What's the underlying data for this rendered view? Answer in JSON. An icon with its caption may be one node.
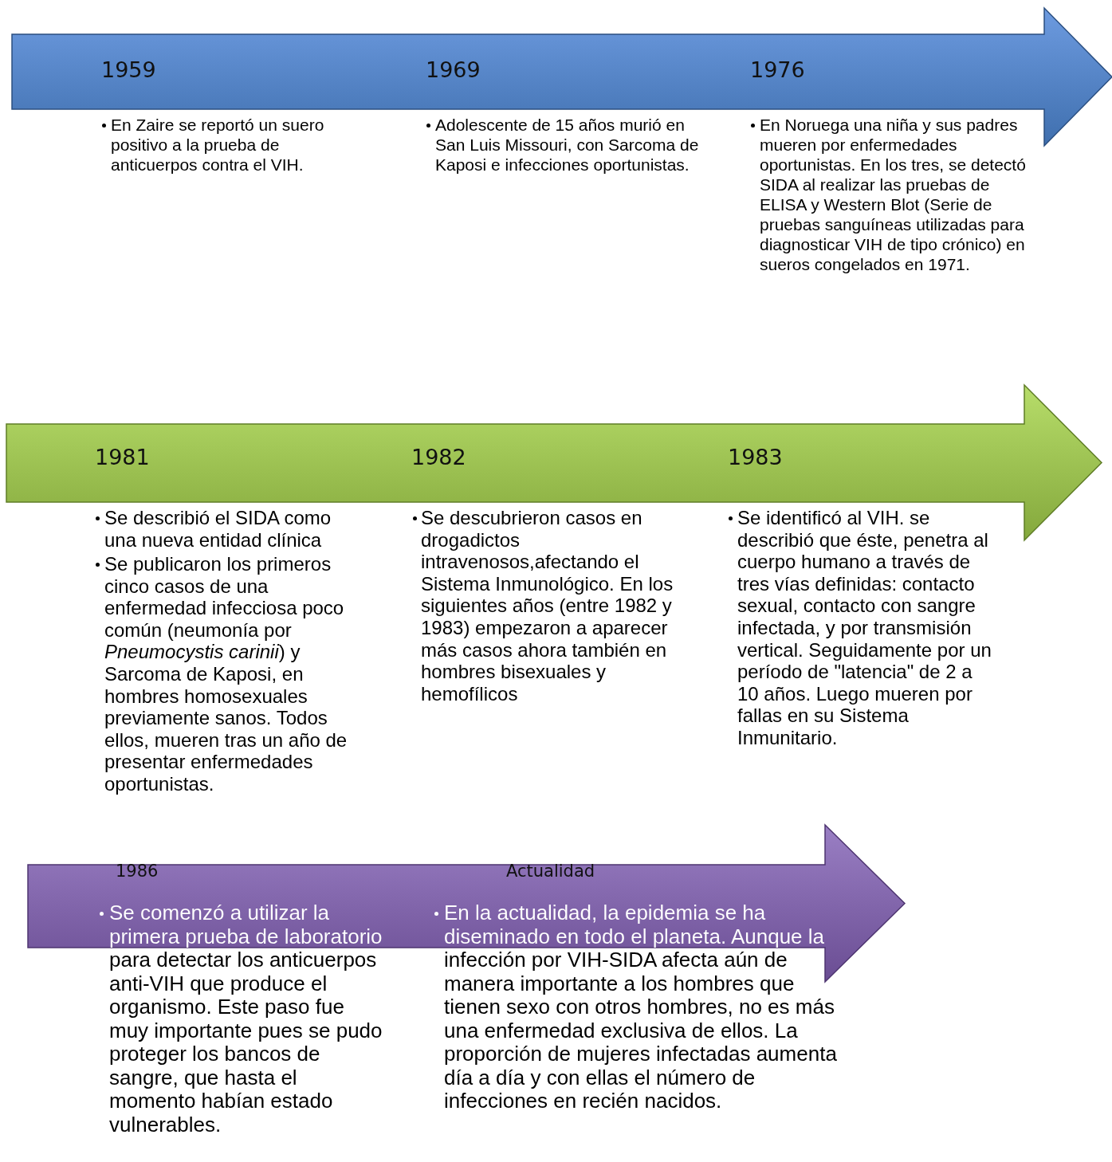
{
  "diagram": {
    "nodes": [
      {
        "text": [
          "1959",
          "1969",
          "1976"
        ]
      },
      {
        "text": [
          "1981",
          "1982",
          "1983"
        ]
      },
      {
        "text": [
          "1986",
          "Actualidad"
        ]
      }
    ],
    "labels": [
      "En Zaire se reportó un suero positivo a la prueba de anticuerpos contra el VIH.",
      "Adolescente de 15 años murió en San Luis Missouri, con Sarcoma de Kaposi e infecciones oportunistas.",
      "En Noruega una niña y sus padres mueren por enfermedades oportunistas. En los tres, se detectó SIDA al realizar las pruebas de ELISA y Western Blot (Serie de pruebas sanguíneas utilizadas para diagnosticar VIH de tipo crónico) en sueros congelados en 1971.",
      "Se describió el SIDA como una nueva entidad clínica",
      "Se publicaron los primeros cinco casos de una enfermedad infecciosa poco común (neumonía por *Pneumocystis carinii*) y Sarcoma de Kaposi, en hombres homosexuales previamente sanos. Todos ellos, mueren tras un año de presentar enfermedades oportunistas.",
      "Se descubrieron casos en drogadictos intravenosos,afectando el Sistema Inmunológico. En los siguientes años (entre 1982 y 1983) empezaron a aparecer más casos ahora también en hombres bisexuales y hemofílicos",
      "Se identificó al VIH. se describió que éste, penetra al cuerpo humano a través de tres vías definidas: contacto sexual, contacto con sangre infectada, y por transmisión vertical. Seguidamente por un período de \"latencia\" de 2 a 10 años. Luego mueren por fallas en su Sistema Inmunitario.",
      "Se comenzó a utilizar la primera prueba de laboratorio para detectar los anticuerpos anti-VIH que produce el organismo. Este paso fue muy importante pues se pudo proteger los bancos de sangre, que hasta el momento habían estado vulnerables.",
      "En la actualidad, la epidemia se ha diseminado en todo el planeta. Aunque la infección por VIH-SIDA afecta aún de manera importante a los hombres que tienen sexo con otros hombres, no es más una enfermedad exclusiva de ellos. La proporción de mujeres infectadas aumenta día a día y con ellas el número de infecciones en recién nacidos."
    ]
  }
}
